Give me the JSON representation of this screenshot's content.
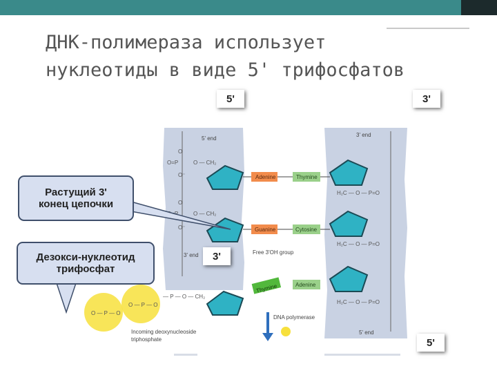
{
  "slide": {
    "title_line1": "ДНК-полимераза использует",
    "title_line2": "нуклеотиды в виде 5' трифосфатов",
    "tag_top_left": "5'",
    "tag_top_right": "3'",
    "tag_middle": "3'",
    "tag_bottom_right": "5'",
    "callout_growing_line1": "Растущий 3'",
    "callout_growing_line2": "конец цепочки",
    "callout_dntp_line1": "Дезокси-нуклеотид",
    "callout_dntp_line2": "трифосфат"
  },
  "diagram": {
    "left_top_label": "5' end",
    "left_bottom_label": "3' end",
    "right_top_label": "3' end",
    "right_bottom_label": "5' end",
    "pair1_left": "Adenine",
    "pair1_right": "Thymine",
    "pair2_left": "Guanine",
    "pair2_right": "Cytosine",
    "incoming_base": "Thymine",
    "incoming_pair": "Adenine",
    "free_oh_label": "Free 3'OH group",
    "enzyme_label": "DNA polymerase",
    "incoming_caption_1": "Incoming deoxynucleoside",
    "incoming_caption_2": "triphosphate",
    "colors": {
      "strand_bg": "#c9d2e3",
      "sugar": "#2fb2c4",
      "base_left": "#f28c4c",
      "base_right": "#9ad08a",
      "incoming_base": "#52b83c",
      "phosphate_circle": "#f7e03c",
      "arrow": "#2f6fbd"
    }
  }
}
